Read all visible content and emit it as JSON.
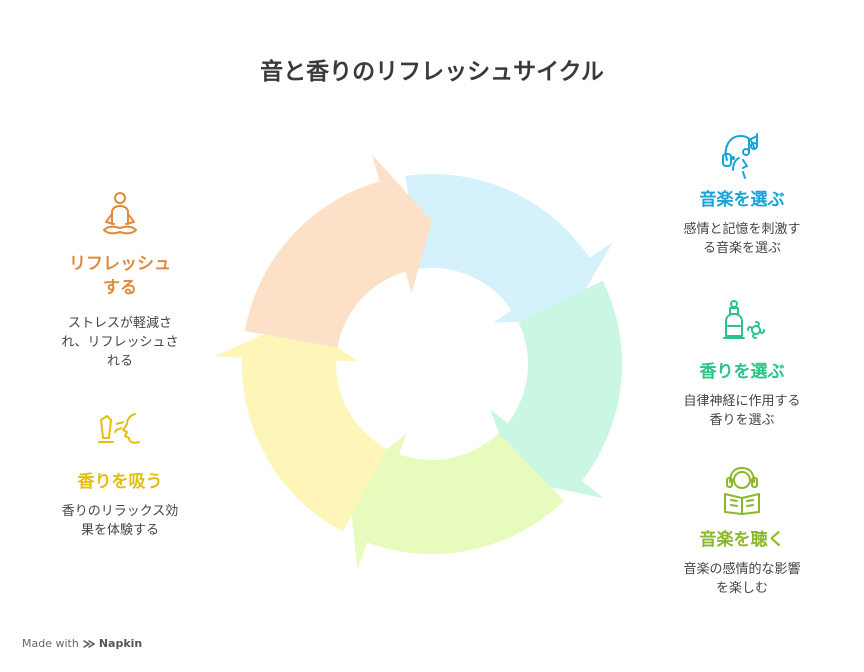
{
  "title": "音と香りのリフレッシュサイクル",
  "footer": {
    "made_with": "Made with",
    "brand": "Napkin"
  },
  "steps": [
    {
      "id": "select-music",
      "label": "音楽を選ぶ",
      "desc1": "感情と記憶を刺激す",
      "desc2": "る音楽を選ぶ",
      "color": "#1aa3d6",
      "fill": "#d4f1fc",
      "icon": "headphones-music-icon"
    },
    {
      "id": "select-aroma",
      "label": "香りを選ぶ",
      "desc1": "自律神経に作用する",
      "desc2": "香りを選ぶ",
      "color": "#2cc486",
      "fill": "#c9f7e3",
      "icon": "aroma-bottle-flower-icon"
    },
    {
      "id": "listen-music",
      "label": "音楽を聴く",
      "desc1": "音楽の感情的な影響",
      "desc2": "を楽しむ",
      "color": "#8ab82a",
      "fill": "#e7fbbd",
      "icon": "reading-headphones-icon"
    },
    {
      "id": "inhale-aroma",
      "label": "香りを吸う",
      "desc1": "香りのリラックス効",
      "desc2": "果を体験する",
      "color": "#e4be12",
      "fill": "#fdf6b8",
      "icon": "inhale-scent-icon"
    },
    {
      "id": "refresh",
      "label1": "リフレッシュ",
      "label2": "する",
      "desc1": "ストレスが軽減さ",
      "desc2": "れ、リフレッシュさ",
      "desc3": "れる",
      "color": "#e08a3c",
      "fill": "#fde0c8",
      "icon": "meditation-icon"
    }
  ]
}
